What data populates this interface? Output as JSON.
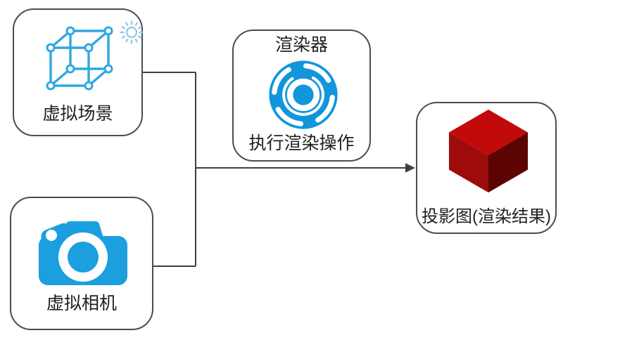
{
  "diagram": {
    "nodes": [
      {
        "id": "virtual-scene",
        "label": "虚拟场景",
        "icon": "wireframe-cube-icon",
        "secondary_icon": "sun-icon"
      },
      {
        "id": "virtual-camera",
        "label": "虚拟相机",
        "icon": "camera-icon"
      },
      {
        "id": "renderer",
        "title": "渲染器",
        "label": "执行渲染操作",
        "icon": "render-swirl-icon"
      },
      {
        "id": "render-result",
        "label": "投影图(渲染结果)",
        "icon": "red-cube-icon"
      }
    ],
    "edges": [
      {
        "from": "virtual-scene",
        "to": "junction",
        "type": "orthogonal-line"
      },
      {
        "from": "virtual-camera",
        "to": "junction",
        "type": "orthogonal-line"
      },
      {
        "from": "junction",
        "to": "render-result",
        "type": "arrow"
      }
    ]
  },
  "colors": {
    "border_color": "#4d4d4d",
    "line_color": "#3f3f3f",
    "text_color": "#1f1f1f",
    "camera_blue": "#1b9fdf",
    "cube_blue": "#2fa8e1",
    "sun_blue": "#8ccae8",
    "swirl_blue": "#1296db",
    "red_top": "#c20a0a",
    "red_left": "#9e0b0b",
    "red_right": "#5c0404"
  }
}
